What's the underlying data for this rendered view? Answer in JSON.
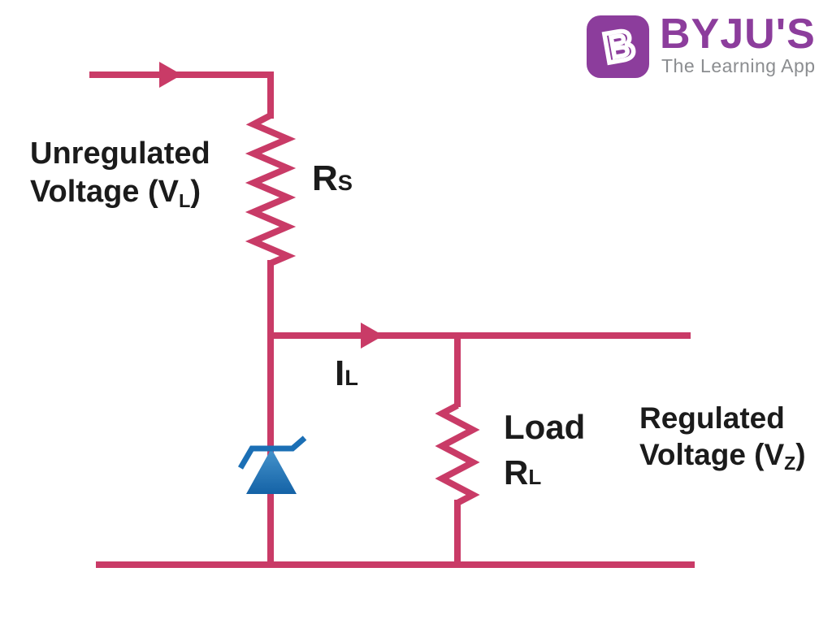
{
  "page": {
    "background": "#ffffff",
    "description": "Zener diode shunt voltage regulator circuit diagram"
  },
  "logo": {
    "monogram": "B",
    "brand": "BYJU'S",
    "tagline": "The Learning App",
    "box_color": "#8C3D9C",
    "brand_color": "#8C3D9C",
    "tagline_color": "#8B8D90"
  },
  "diagram": {
    "colors": {
      "wire": "#C93B67",
      "zener_blue": "#1B6FB5",
      "label_text": "#1B1B1B"
    },
    "labels": {
      "unregulated": {
        "line1": "Unregulated",
        "line2_pre": "Voltage (V",
        "line2_sub": "L",
        "line2_post": ")"
      },
      "series_resistor": {
        "symbol": "R",
        "sub": "S"
      },
      "load_current": {
        "symbol": "I",
        "sub": "L"
      },
      "load": {
        "line1": "Load",
        "symbol": "R",
        "sub": "L"
      },
      "regulated": {
        "line1": "Regulated",
        "line2_pre": "Voltage (V",
        "line2_sub": "Z",
        "line2_post": ")"
      }
    },
    "components": [
      {
        "name": "input-wire-with-arrow"
      },
      {
        "name": "series-resistor-rs"
      },
      {
        "name": "zener-diode"
      },
      {
        "name": "load-resistor-rl"
      },
      {
        "name": "output-wire-with-arrow"
      },
      {
        "name": "bottom-return-wire"
      }
    ]
  }
}
